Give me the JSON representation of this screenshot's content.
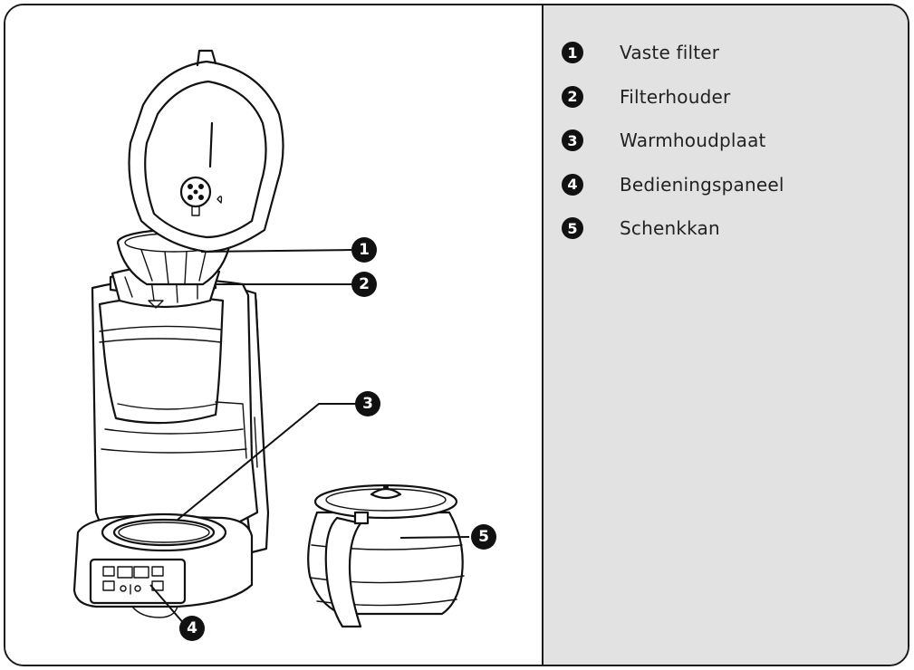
{
  "legend": [
    {
      "number": "1",
      "label": "Vaste filter"
    },
    {
      "number": "2",
      "label": "Filterhouder"
    },
    {
      "number": "3",
      "label": "Warmhoudplaat"
    },
    {
      "number": "4",
      "label": "Bedieningspaneel"
    },
    {
      "number": "5",
      "label": "Schenkkan"
    }
  ],
  "callouts": {
    "c1": "1",
    "c2": "2",
    "c3": "3",
    "c4": "4",
    "c5": "5"
  }
}
